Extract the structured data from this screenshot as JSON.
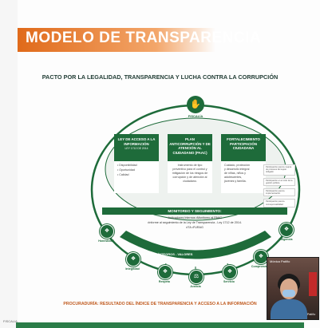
{
  "slide": {
    "corner_text": "FISCALIA",
    "title": "MODELO DE TRANSPARENCIA",
    "subtitle": "PACTO POR LA LEGALIDAD, TRANSPARENCIA Y LUCHA CONTRA LA CORRUPCIÓN",
    "brand": "FISCALÍA",
    "columns": [
      {
        "title": "LEY DE ACCESO A LA INFORMACIÓN",
        "subtitle": "LEY 1712 DE 2014",
        "items": [
          "Disponibilidad",
          "Oportunidad",
          "Calidad"
        ]
      },
      {
        "title": "PLAN ANTICORRUPCIÓN Y DE ATENCIÓN AL CIUDADANO (PAAC)",
        "subtitle": "",
        "items": [
          "Instrumento de tipo preventivo para el control y mitigación de los riesgos de corrupción y de atención al ciudadano."
        ]
      },
      {
        "title": "FORTALECIMIENTO PARTICIPACIÓN CIUDADANA",
        "subtitle": "",
        "items": [
          "Cuidado, protección y desarrollo integral de niñas, niños y adolescentes, jóvenes y familia."
        ]
      }
    ],
    "side_notes": [
      "Participación para la mejora de procesos del sujeto obligado",
      "Participación en el ciclo de la gestión pública",
      "Participación para la implementación",
      "Participación para la corresponsabilidad"
    ],
    "monitoring": {
      "heading": "MONITOREO Y SEGUIMIENTO:",
      "lines": [
        "•Indicadores Internos     •Monitoreo al PAAC",
        "•Informe al seguimiento de la Ley de Transparencia - Ley 1712 de 2014.",
        "•ITA     •FURAG"
      ]
    },
    "arc_label": "COLABORADORES ÍNTEGROS - VALORES",
    "values": [
      "Honestidad",
      "Integridad",
      "Respeto",
      "Justicia",
      "Servicio",
      "Compromiso",
      "Diligencia"
    ],
    "footer": "PROCURADURÍA: RESULTADO DEL ÍNDICE DE TRANSPARENCIA Y ACCESO A LA INFORMACIÓN"
  },
  "video": {
    "participant_name": "Mónica Patiño",
    "participant_short": "Patiño"
  },
  "colors": {
    "brand_green": "#1e6b3a",
    "accent_orange": "#e06a1a",
    "footer_orange": "#c0591d",
    "bottom_bar": "#2b7d48"
  }
}
